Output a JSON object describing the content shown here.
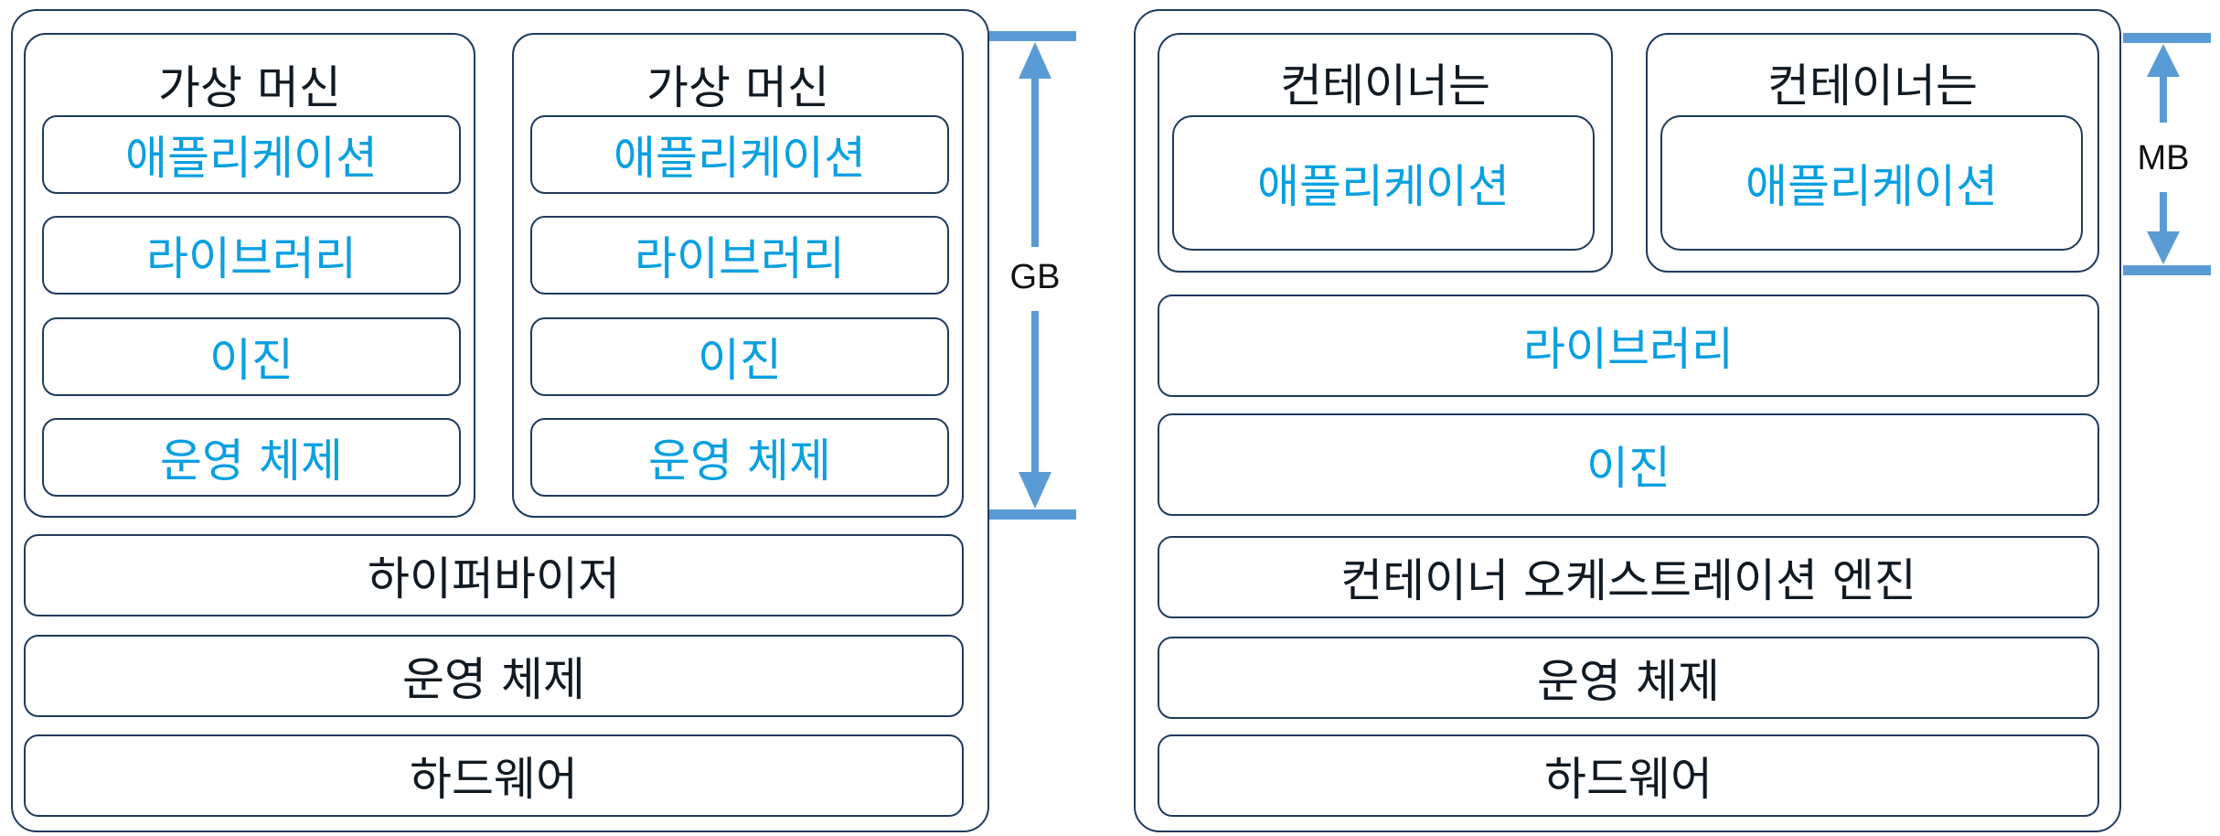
{
  "left": {
    "vm_title": "가상 머신",
    "vm_layers": [
      "애플리케이션",
      "라이브러리",
      "이진",
      "운영 체제"
    ],
    "hypervisor": "하이퍼바이저",
    "host_os": "운영 체제",
    "hardware": "하드웨어",
    "size_label": "GB"
  },
  "right": {
    "container_title": "컨테이너는",
    "app": "애플리케이션",
    "libraries": "라이브러리",
    "binaries": "이진",
    "orchestration": "컨테이너 오케스트레이션 엔진",
    "host_os": "운영 체제",
    "hardware": "하드웨어",
    "size_label": "MB"
  },
  "colors": {
    "border": "#1f3b5c",
    "accent_text": "#0aa0e0",
    "arrow": "#5b9bd5"
  }
}
